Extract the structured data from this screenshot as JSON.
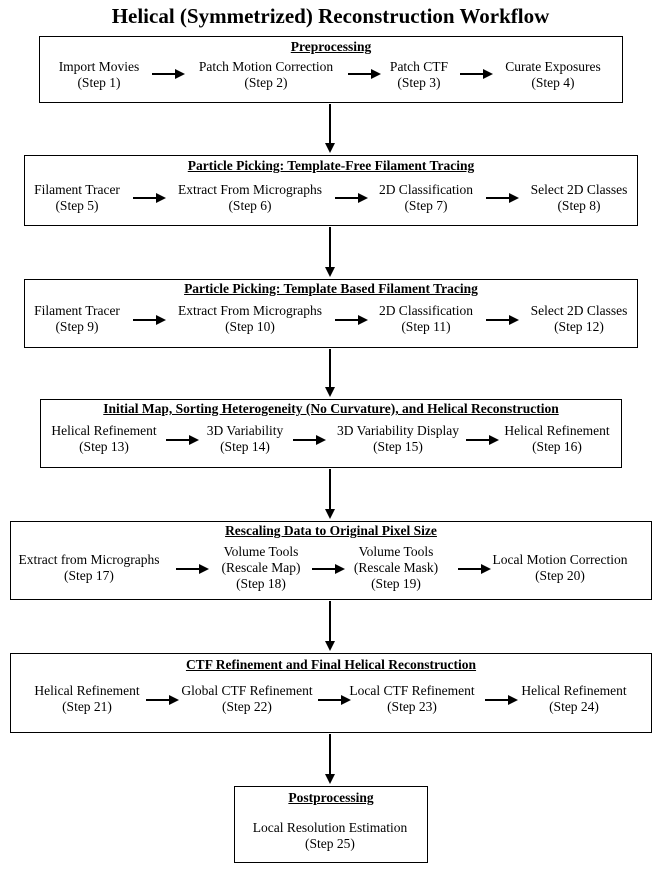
{
  "title": "Helical (Symmetrized) Reconstruction Workflow",
  "stages": [
    {
      "heading": "Preprocessing",
      "steps": [
        {
          "name": "Import Movies",
          "step": "(Step 1)"
        },
        {
          "name": "Patch Motion Correction",
          "step": "(Step 2)"
        },
        {
          "name": "Patch CTF",
          "step": "(Step 3)"
        },
        {
          "name": "Curate Exposures",
          "step": "(Step 4)"
        }
      ]
    },
    {
      "heading": "Particle Picking: Template-Free Filament Tracing",
      "steps": [
        {
          "name": "Filament Tracer",
          "step": "(Step 5)"
        },
        {
          "name": "Extract From Micrographs",
          "step": "(Step 6)"
        },
        {
          "name": "2D Classification",
          "step": "(Step 7)"
        },
        {
          "name": "Select 2D Classes",
          "step": "(Step 8)"
        }
      ]
    },
    {
      "heading": "Particle Picking: Template Based Filament Tracing",
      "steps": [
        {
          "name": "Filament Tracer",
          "step": "(Step 9)"
        },
        {
          "name": "Extract From Micrographs",
          "step": "(Step 10)"
        },
        {
          "name": "2D Classification",
          "step": "(Step 11)"
        },
        {
          "name": "Select 2D Classes",
          "step": "(Step 12)"
        }
      ]
    },
    {
      "heading": "Initial Map, Sorting Heterogeneity (No Curvature), and Helical Reconstruction",
      "steps": [
        {
          "name": "Helical Refinement",
          "step": "(Step 13)"
        },
        {
          "name": "3D Variability",
          "step": "(Step 14)"
        },
        {
          "name": "3D Variability Display",
          "step": "(Step 15)"
        },
        {
          "name": "Helical Refinement",
          "step": "(Step 16)"
        }
      ]
    },
    {
      "heading": "Rescaling Data to Original Pixel Size",
      "steps": [
        {
          "name": "Extract from Micrographs",
          "sub": "",
          "step": "(Step 17)"
        },
        {
          "name": "Volume Tools",
          "sub": "(Rescale Map)",
          "step": "(Step 18)"
        },
        {
          "name": "Volume Tools",
          "sub": "(Rescale Mask)",
          "step": "(Step 19)"
        },
        {
          "name": "Local Motion Correction",
          "sub": "",
          "step": "(Step 20)"
        }
      ]
    },
    {
      "heading": "CTF Refinement and Final Helical Reconstruction",
      "steps": [
        {
          "name": "Helical Refinement",
          "step": "(Step 21)"
        },
        {
          "name": "Global CTF Refinement",
          "step": "(Step 22)"
        },
        {
          "name": "Local CTF Refinement",
          "step": "(Step 23)"
        },
        {
          "name": "Helical Refinement",
          "step": "(Step 24)"
        }
      ]
    },
    {
      "heading": "Postprocessing",
      "steps": [
        {
          "name": "Local Resolution Estimation",
          "step": "(Step 25)"
        }
      ]
    }
  ]
}
